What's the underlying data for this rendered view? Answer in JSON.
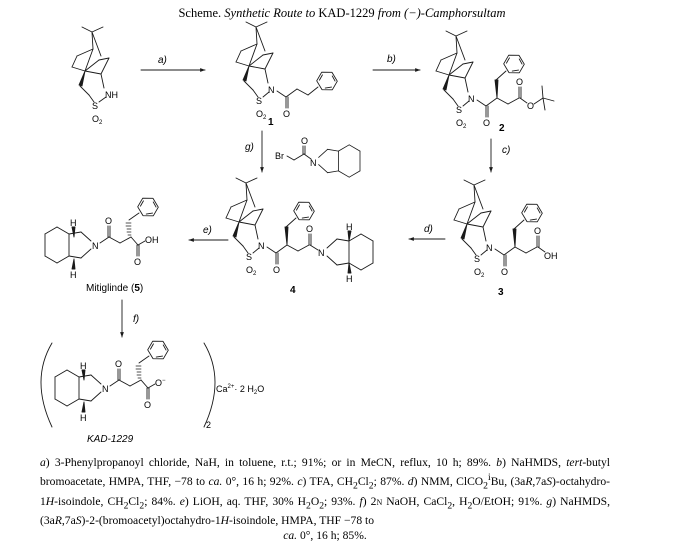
{
  "title": {
    "prefix": "Scheme.",
    "italic_part1": "Synthetic Route to",
    "normal_part": "KAD-1229",
    "italic_part2": "from (−)-Camphorsultam"
  },
  "compounds": {
    "start": {
      "atoms": {
        "nh": "NH",
        "s": "S",
        "o2": "O"
      }
    },
    "c1": {
      "label": "1",
      "atoms": {
        "n": "N",
        "s": "S",
        "o2": "O",
        "o": "O"
      }
    },
    "c2": {
      "label": "2",
      "atoms": {
        "n": "N",
        "s": "S",
        "o2": "O",
        "o1": "O",
        "o2b": "O",
        "o3": "O"
      }
    },
    "c3": {
      "label": "3",
      "atoms": {
        "n": "N",
        "s": "S",
        "o2": "O",
        "o1": "O",
        "o2b": "O",
        "oh": "OH"
      }
    },
    "c4": {
      "label": "4",
      "atoms": {
        "n": "N",
        "n2": "N",
        "s": "S",
        "o2": "O",
        "o1": "O",
        "o2b": "O",
        "h1": "H",
        "h2": "H"
      }
    },
    "c5": {
      "label": "Mitiglinde (",
      "num": "5",
      "close": ")",
      "atoms": {
        "n": "N",
        "o1": "O",
        "o2": "O",
        "oh": "OH",
        "h1": "H",
        "h2": "H"
      }
    },
    "reagent_g": {
      "atoms": {
        "br": "Br",
        "o": "O",
        "n": "N"
      }
    },
    "kad": {
      "label": "KAD-1229",
      "salt": "Ca",
      "charge": "2+",
      "hydrate": "· 2 H",
      "hydrate2": "O",
      "sub2": "2",
      "atoms": {
        "n": "N",
        "o1": "O",
        "o2": "O",
        "o3": "O",
        "minus": "−",
        "h1": "H",
        "h2": "H"
      }
    }
  },
  "arrows": {
    "a": "a)",
    "b": "b)",
    "c": "c)",
    "d": "d)",
    "e": "e)",
    "f": "f)",
    "g": "g)"
  },
  "caption": {
    "text_html": "<i>a</i>) 3-Phenylpropanoyl chloride, NaH, in toluene, r.t.; 91%; or in MeCN, reflux, 10 h; 89%. <i>b</i>) NaHMDS, <i>tert</i>-butyl bromoacetate, HMPA, THF, −78 to <i>ca.</i> 0°, 16 h; 92%. <i>c</i>) TFA, CH<sub>2</sub>Cl<sub>2</sub>; 87%. <i>d</i>) NMM, ClCO<sub>2</sub><sup>i</sup>Bu, (3a<i>R</i>,7a<i>S</i>)-octahydro-1<i>H</i>-isoindole, CH<sub>2</sub>Cl<sub>2</sub>; 84%. <i>e</i>) LiOH, aq. THF, 30% H<sub>2</sub>O<sub>2</sub>; 93%. <i>f</i>) 2<span style='font-variant:small-caps'>n</span> NaOH, CaCl<sub>2</sub>, H<sub>2</sub>O/EtOH; 91%. <i>g</i>) NaHMDS, (3a<i>R</i>,7a<i>S</i>)-2-(bromoacetyl)octahydro-1<i>H</i>-isoindole, HMPA, THF −78 to",
    "last_line_html": "<i>ca.</i> 0°, 16 h; 85%."
  },
  "colors": {
    "line": "#1a1a1a",
    "text": "#000000",
    "background": "#ffffff"
  }
}
